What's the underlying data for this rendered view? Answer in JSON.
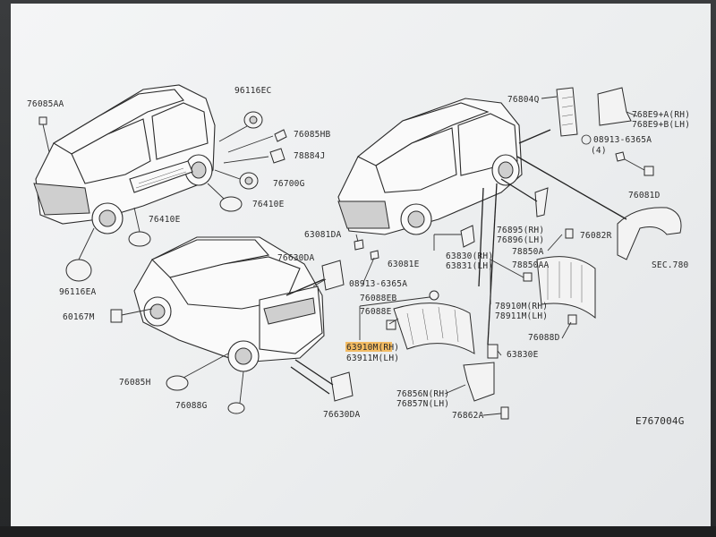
{
  "diagram_id": "E767004G",
  "labels": {
    "l_76085AA": "76085AA",
    "l_96116EC": "96116EC",
    "l_76085HB": "76085HB",
    "l_78884J": "78884J",
    "l_76700G": "76700G",
    "l_76410E_a": "76410E",
    "l_76410E_b": "76410E",
    "l_96116EA": "96116EA",
    "l_60167M": "60167M",
    "l_76085H": "76085H",
    "l_76088G": "76088G",
    "l_76630DA_a": "76630DA",
    "l_76630DA_b": "76630DA",
    "l_63081DA": "63081DA",
    "l_08913_a": "08913-6365A",
    "l_63081E": "63081E",
    "l_63830_rh": "63830(RH)",
    "l_63831_lh": "63831(LH)",
    "l_76088EB": "76088EB",
    "l_76088E": "76088E",
    "l_63910M": "63910M(RH)",
    "l_63911M": "63911M(LH)",
    "l_76804Q": "76804Q",
    "l_768E9A": "768E9+A(RH)",
    "l_768E9B": "768E9+B(LH)",
    "l_08913_b": "08913-6365A",
    "l_qty4": "(4)",
    "l_76081D": "76081D",
    "l_76895": "76895(RH)",
    "l_76896": "76896(LH)",
    "l_76082R": "76082R",
    "l_78850A": "78850A",
    "l_78850AA": "78850AA",
    "l_sec780": "SEC.780",
    "l_78910M": "78910M(RH)",
    "l_78911M": "78911M(LH)",
    "l_76088D": "76088D",
    "l_63830E": "63830E",
    "l_76856N": "76856N(RH)",
    "l_76857N": "76857N(LH)",
    "l_76862A": "76862A"
  },
  "highlight_color": "#f3b24a"
}
